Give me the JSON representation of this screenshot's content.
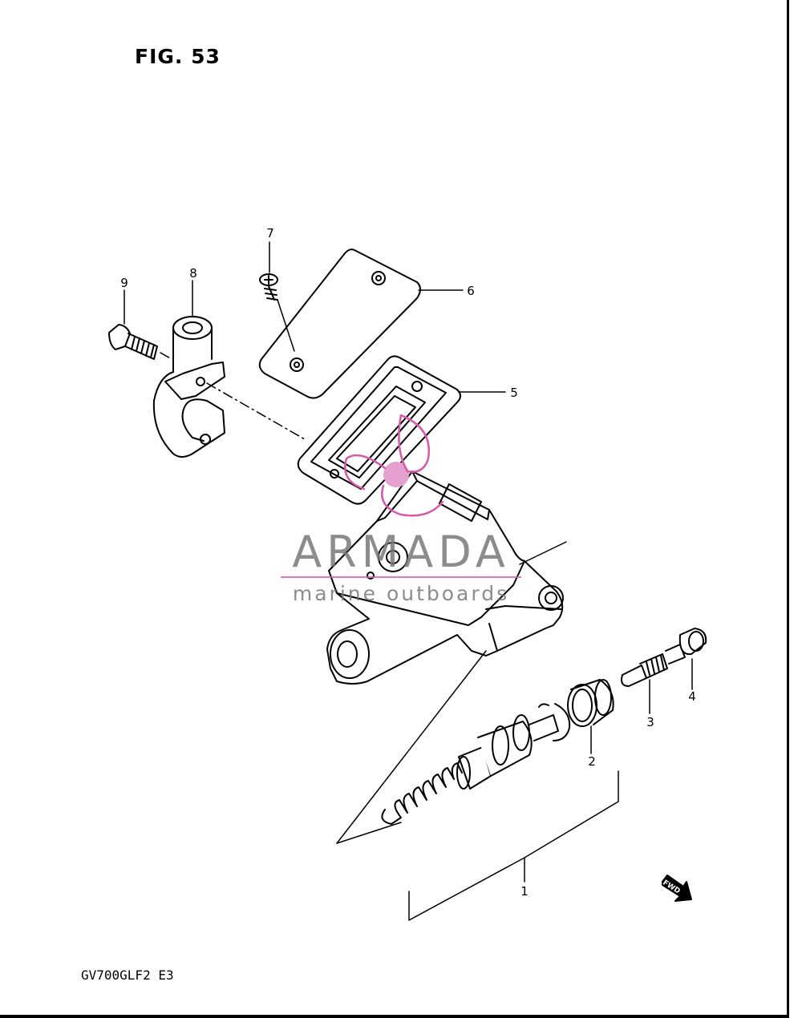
{
  "figure": {
    "title": "FIG. 53"
  },
  "footer": {
    "model_code": "GV700GLF2 E3"
  },
  "callouts": [
    {
      "id": "callout-1",
      "label": "1"
    },
    {
      "id": "callout-2",
      "label": "2"
    },
    {
      "id": "callout-3",
      "label": "3"
    },
    {
      "id": "callout-4",
      "label": "4"
    },
    {
      "id": "callout-5",
      "label": "5"
    },
    {
      "id": "callout-6",
      "label": "6"
    },
    {
      "id": "callout-7",
      "label": "7"
    },
    {
      "id": "callout-8",
      "label": "8"
    },
    {
      "id": "callout-9",
      "label": "9"
    }
  ],
  "fwd_arrow": {
    "label": "FWD"
  },
  "watermark": {
    "name": "ARMADA",
    "tagline": "marine outboards",
    "color": "#d65aaa"
  },
  "colors": {
    "ink": "#000000",
    "paper": "#ffffff",
    "watermark_text": "#787878"
  }
}
